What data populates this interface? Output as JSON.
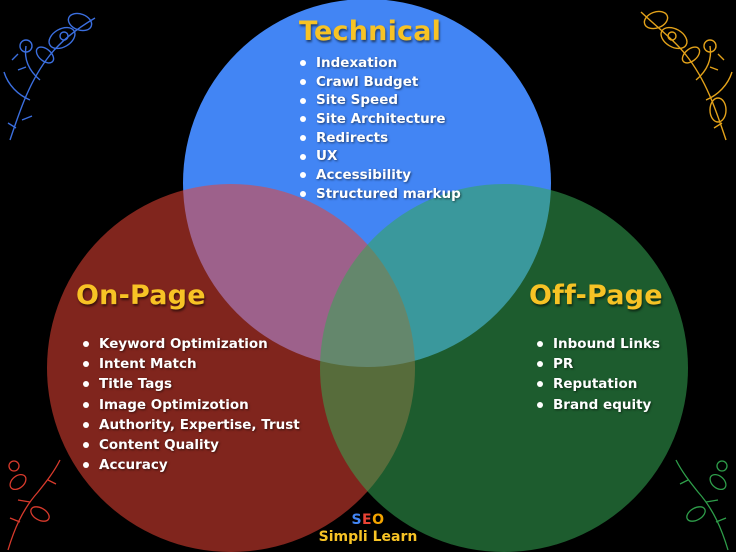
{
  "colors": {
    "background": "#000000",
    "technical": "#4285f4",
    "onpage": "#ea4335",
    "offpage": "#34a853",
    "title": "#f7c325",
    "text": "#ffffff"
  },
  "technical": {
    "title": "Technical",
    "items": [
      "Indexation",
      "Crawl Budget",
      "Site Speed",
      "Site Architecture",
      "Redirects",
      "UX",
      "Accessibility",
      "Structured markup"
    ]
  },
  "onpage": {
    "title": "On-Page",
    "items": [
      "Keyword Optimization",
      "Intent Match",
      "Title Tags",
      "Image Optimizotion",
      "Authority, Expertise, Trust",
      "Content Quality",
      "Accuracy"
    ]
  },
  "offpage": {
    "title": "Off-Page",
    "items": [
      "Inbound Links",
      "PR",
      "Reputation",
      "Brand equity"
    ]
  },
  "brand": {
    "seo_s": "S",
    "seo_e": "E",
    "seo_o": "O",
    "name": "Simpli Learn"
  },
  "decorations": {
    "top_left": "blue-flower-icon",
    "top_right": "gold-flower-icon",
    "bottom_left": "red-flower-icon",
    "bottom_right": "green-flower-icon"
  }
}
